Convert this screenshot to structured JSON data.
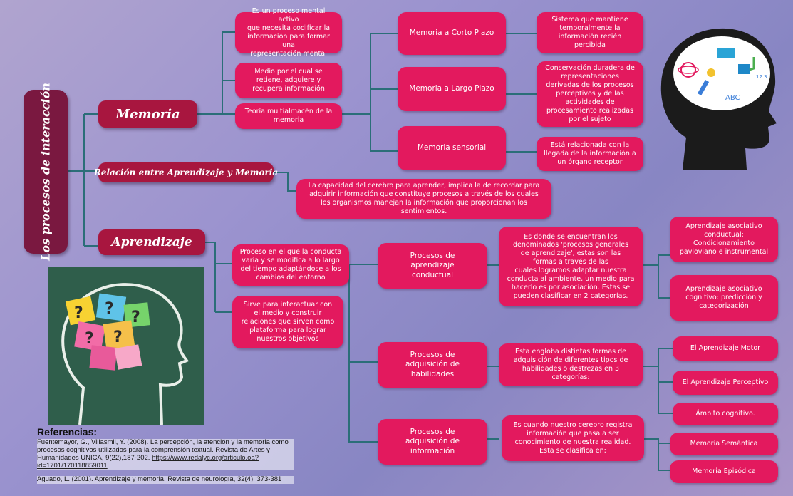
{
  "title": "Los procesos de interacción",
  "memoria": {
    "label": "Memoria",
    "desc_1": "Es un proceso mental activo\nque necesita codificar la\ninformación para formar una\nrepresentación mental",
    "desc_2": "Medio por el cual se\nretiene, adquiere y\nrecupera información",
    "desc_3": "Teoría multialmacén de la\nmemoria",
    "types": [
      {
        "label": "Memoria a Corto Plazo",
        "desc": "Sistema que mantiene\ntemporalmente la\ninformación recién\npercibida"
      },
      {
        "label": "Memoria a Largo Plazo",
        "desc": "Conservación duradera de\nrepresentaciones\nderivadas de los procesos\nperceptivos y de las\nactividades de\nprocesamiento realizadas\npor el sujeto"
      },
      {
        "label": "Memoria sensorial",
        "desc": "Está relacionada con la\nllegada de la información a\nun órgano receptor"
      }
    ]
  },
  "relacion": {
    "label": "Relación entre Aprendizaje y Memoria",
    "desc": "La capacidad del cerebro para aprender, implica la de recordar para\nadquirir información que constituye procesos a través de los cuales\nlos organismos manejan  la información que proporcionan los\nsentimientos."
  },
  "aprendizaje": {
    "label": "Aprendizaje",
    "desc_1": "Proceso en el que la conducta\nvaría y se modifica a lo largo\ndel tiempo adaptándose a los\ncambios del entorno",
    "desc_2": "Sirve para interactuar con\nel medio y construir\nrelaciones que sirven como\nplataforma para lograr\nnuestros objetivos",
    "procesos": [
      {
        "label": "Procesos de\naprendizaje\nconductual",
        "desc": "Es donde se encuentran los\ndenominados 'procesos generales\nde aprendizaje', estas son las\nformas a través de las\ncuales logramos adaptar nuestra\nconducta al ambiente, un medio para\nhacerlo es por asociación. Estas se\npueden clasificar en 2 categorías.",
        "items": [
          "Aprendizaje asociativo\nconductual:\nCondicionamiento\npavloviano e instrumental",
          "Aprendizaje asociativo\ncognitivo: predicción y\ncategorización"
        ]
      },
      {
        "label": "Procesos de\nadquisición de\nhabilidades",
        "desc": "Esta engloba distintas formas de\nadquisición de diferentes tipos de\nhabilidades o destrezas en 3\ncategorías:",
        "items": [
          "El Aprendizaje Motor",
          "El Aprendizaje Perceptivo",
          "Ámbito cognitivo."
        ]
      },
      {
        "label": "Procesos de\nadquisición de\ninformación",
        "desc": "Es cuando nuestro cerebro registra\ninformación que pasa a ser\nconocimiento de nuestra realidad.\nEsta se clasifica en:",
        "items": [
          "Memoria Semántica",
          "Memoria Episódica"
        ]
      }
    ]
  },
  "referencias": {
    "heading": "Referencias:",
    "ref_1": "Fuentemayor, G., Villasmil, Y. (2008).  La percepción, la atención y la memoria como procesos cognitivos utilizados para la comprensión textual. Revista de Artes y Humanidades UNICA, 9(22),187-202.",
    "ref_1_link": "https://www.redalyc.org/articulo.oa?id=1701/170118859011",
    "ref_2": "Aguado, L. (2001). Aprendizaje y memoria. Revista de neurología, 32(4), 373-381"
  },
  "head_icon_text": "ABC",
  "head_icon_num": "12.3",
  "colors": {
    "box": "#e3195e",
    "header": "#a8163f",
    "title": "#7a1840",
    "line": "#2b6e78",
    "board": "#2f5e4b"
  }
}
